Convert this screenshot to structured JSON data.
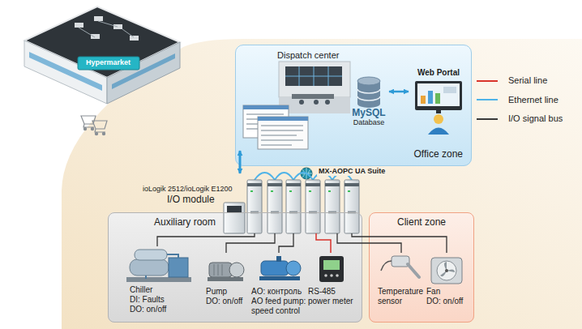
{
  "diagram": {
    "nodes": [
      {
        "text": [
          "Office zone"
        ]
      },
      {
        "text": [
          "Dispatch center"
        ],
        "in": 0
      },
      {
        "text": [
          "MySQL",
          "Database"
        ],
        "in": 0
      },
      {
        "text": [
          "Web Portal"
        ],
        "in": 0
      },
      {
        "text": [
          "ioLogik 2512/ioLogik E1200",
          "I/O module"
        ]
      },
      {
        "text": [
          "Auxiliary room"
        ]
      },
      {
        "text": [
          "Chiller",
          "DI: Faults",
          "DO: on/off"
        ],
        "in": 5
      },
      {
        "text": [
          "Pump",
          "DO: on/off"
        ],
        "in": 5
      },
      {
        "text": [
          "AO: контроль",
          "AO feed pump: speed control"
        ],
        "in": 5
      },
      {
        "text": [
          "RS-485 power meter"
        ],
        "in": 5
      },
      {
        "text": [
          "Client zone"
        ]
      },
      {
        "text": [
          "Temperature sensor"
        ],
        "in": 10
      },
      {
        "text": [
          "Fan",
          "DO: on/off"
        ],
        "in": 10
      }
    ],
    "edges": [
      {
        "from": 2,
        "to": 3,
        "arrow": "both"
      },
      {
        "from": 1,
        "to": 4,
        "arrow": "both"
      },
      {
        "from": 4,
        "to": 6,
        "arrow": "none"
      },
      {
        "from": 4,
        "to": 7,
        "arrow": "none"
      },
      {
        "from": 4,
        "to": 8,
        "arrow": "none"
      },
      {
        "from": 4,
        "to": 9,
        "arrow": "none"
      },
      {
        "from": 4,
        "to": 11,
        "arrow": "none"
      },
      {
        "from": 4,
        "to": 12,
        "arrow": "none"
      }
    ],
    "labels": [
      "Hypermarket",
      "MX-AOPC UA Suite"
    ],
    "legend": [
      {
        "text": "Serial line"
      },
      {
        "text": "Ethernet line"
      },
      {
        "text": "I/O signal bus"
      }
    ]
  }
}
